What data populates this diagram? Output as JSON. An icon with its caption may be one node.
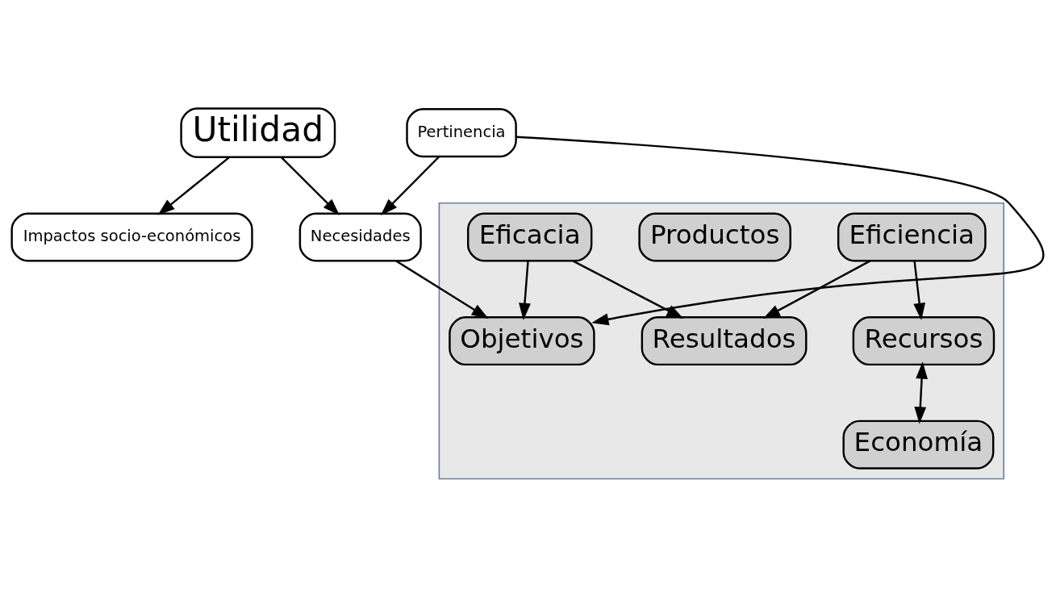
{
  "diagram": {
    "nodes": [
      {
        "text": [
          "Utilidad"
        ]
      },
      {
        "text": [
          "Necesidades"
        ]
      },
      {
        "text": [
          "Impactos socio-económicos"
        ]
      },
      {
        "text": [],
        "shape": "box"
      },
      {
        "text": [
          "Eficiencia"
        ],
        "in": 3
      },
      {
        "text": [
          "Objetivos"
        ],
        "in": 3
      },
      {
        "text": [
          "Recursos"
        ],
        "in": 3
      },
      {
        "text": [
          "Productos"
        ],
        "in": 3
      },
      {
        "text": [
          "Resultados"
        ],
        "in": 3
      },
      {
        "text": [
          "Economía"
        ],
        "in": 3
      },
      {
        "text": [
          "Eficacia"
        ],
        "in": 3
      },
      {
        "text": [
          "Pertinencia"
        ]
      }
    ],
    "edges": [
      {
        "from": 0,
        "to": 1,
        "arrow": "to"
      },
      {
        "from": 0,
        "to": 2,
        "arrow": "to"
      },
      {
        "from": 4,
        "to": 6,
        "arrow": "to"
      },
      {
        "from": 4,
        "to": 8,
        "arrow": "to"
      },
      {
        "from": 1,
        "to": 5,
        "arrow": "to"
      },
      {
        "from": 6,
        "to": 9,
        "arrow": "both"
      },
      {
        "from": 11,
        "to": 1,
        "arrow": "to"
      },
      {
        "from": 11,
        "to": 5,
        "arrow": "to"
      },
      {
        "from": 10,
        "to": 5,
        "arrow": "to"
      },
      {
        "from": 10,
        "to": 8,
        "arrow": "to"
      }
    ]
  }
}
